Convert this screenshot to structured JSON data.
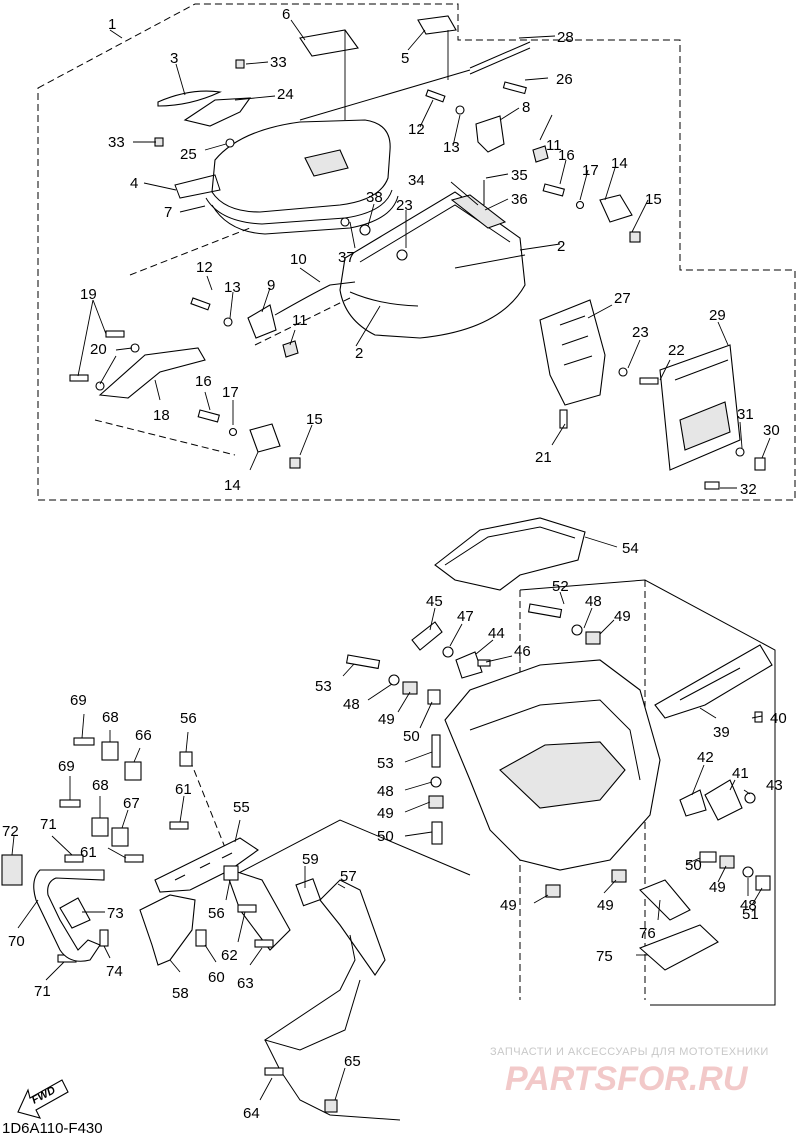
{
  "diagram_code": "1D6A110-F430",
  "fwd_label": "FWD",
  "watermark": {
    "line1": "ЗАПЧАСТИ И АКСЕССУАРЫ ДЛЯ МОТОТЕХНИКИ",
    "line2": "PARTSFOR.RU"
  },
  "callouts": [
    "1",
    "2",
    "3",
    "4",
    "5",
    "6",
    "7",
    "8",
    "9",
    "10",
    "11",
    "12",
    "13",
    "14",
    "15",
    "16",
    "17",
    "18",
    "19",
    "20",
    "21",
    "22",
    "23",
    "24",
    "25",
    "26",
    "27",
    "28",
    "29",
    "30",
    "31",
    "32",
    "33",
    "34",
    "35",
    "36",
    "37",
    "38",
    "39",
    "40",
    "41",
    "42",
    "43",
    "44",
    "45",
    "46",
    "47",
    "48",
    "49",
    "50",
    "51",
    "52",
    "53",
    "54",
    "55",
    "56",
    "57",
    "58",
    "59",
    "60",
    "61",
    "62",
    "63",
    "64",
    "65",
    "66",
    "67",
    "68",
    "69",
    "70",
    "71",
    "72",
    "73",
    "74",
    "75",
    "76"
  ]
}
